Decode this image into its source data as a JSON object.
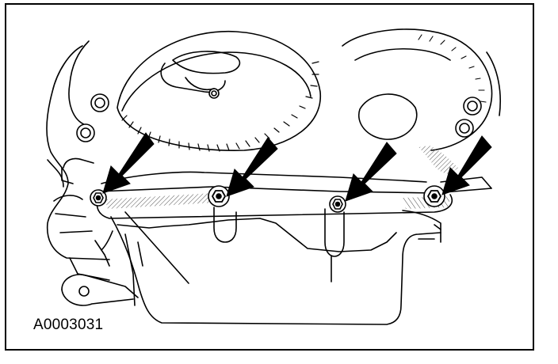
{
  "figure": {
    "id_label": "A0003031",
    "bolt_count": 4,
    "arrow_count": 4,
    "colors": {
      "ink": "#000000",
      "paper": "#ffffff",
      "hatch": "#555555"
    },
    "icons": [
      "pointer-arrow-icon",
      "bolt-head-icon"
    ]
  }
}
